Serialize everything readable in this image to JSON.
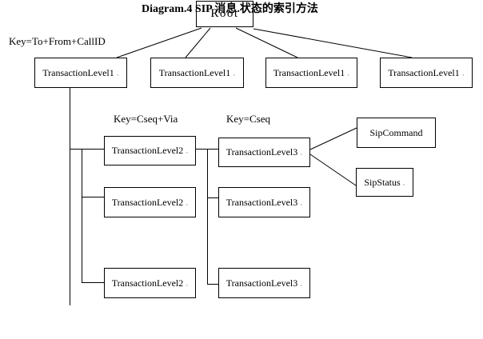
{
  "colors": {
    "background": "#ffffff",
    "line": "#000000",
    "text": "#000000"
  },
  "root": {
    "label": "Root"
  },
  "keys": {
    "level1": "Key=To+From+CallID",
    "level2": "Key=Cseq+Via",
    "level3": "Key=Cseq"
  },
  "level1_nodes": [
    {
      "label": "TransactionLevel1"
    },
    {
      "label": "TransactionLevel1"
    },
    {
      "label": "TransactionLevel1"
    },
    {
      "label": "TransactionLevel1"
    }
  ],
  "level2_nodes": [
    {
      "label": "TransactionLevel2"
    },
    {
      "label": "TransactionLevel2"
    },
    {
      "label": "TransactionLevel2"
    }
  ],
  "level3_nodes": [
    {
      "label": "TransactionLevel3"
    },
    {
      "label": "TransactionLevel3"
    },
    {
      "label": "TransactionLevel3"
    }
  ],
  "leaf_nodes": [
    {
      "label": "SipCommand"
    },
    {
      "label": "SipStatus"
    }
  ],
  "trailing_mark": "·",
  "caption": "Diagram.4 SIP 消息.状态的索引方法"
}
